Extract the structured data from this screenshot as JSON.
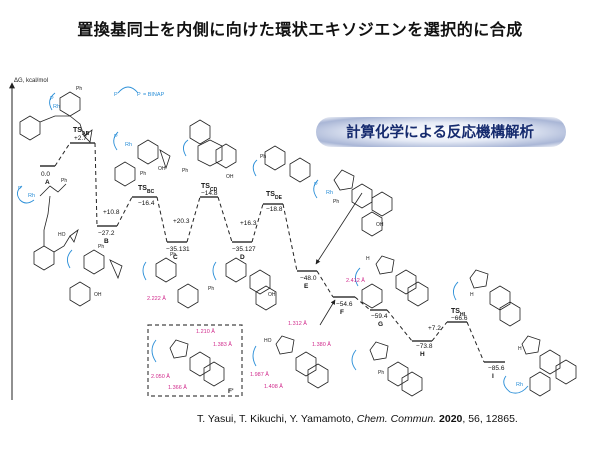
{
  "title": "置換基同士を内側に向けた環状エキソジエンを選択的に合成",
  "badge": "計算化学による反応機構解析",
  "axis_label": "ΔG, kcal/mol",
  "legend": "= BINAP",
  "legend_p": "P",
  "citation": {
    "authors": "T. Yasui, T. Kikuchi, Y. Yamamoto, ",
    "journal": "Chem. Commun.",
    "year": "2020",
    "rest": ",  56, 12865."
  },
  "levels": [
    {
      "id": "A",
      "value": "0.0",
      "label": "A"
    },
    {
      "id": "TSAB",
      "value": "+2.7",
      "label": "TS",
      "sub": "AB"
    },
    {
      "id": "B",
      "value": "−27.2",
      "label": "B"
    },
    {
      "id": "TSBC",
      "value": "−16.4",
      "label": "TS",
      "sub": "BC"
    },
    {
      "id": "C",
      "value": "−35.131",
      "label": "C"
    },
    {
      "id": "TSCD",
      "value": "−14.8",
      "label": "TS",
      "sub": "CD"
    },
    {
      "id": "D",
      "value": "−35.127",
      "label": "D"
    },
    {
      "id": "TSDE",
      "value": "−18.8",
      "label": "TS",
      "sub": "DE"
    },
    {
      "id": "E",
      "value": "−48.0",
      "label": "E"
    },
    {
      "id": "F",
      "value": "−54.6",
      "label": "F"
    },
    {
      "id": "G",
      "value": "−59.4",
      "label": "G"
    },
    {
      "id": "H",
      "value": "−73.8",
      "label": "H"
    },
    {
      "id": "TSHI",
      "value": "−66.6",
      "label": "TS",
      "sub": "HI"
    },
    {
      "id": "I",
      "value": "−85.6",
      "label": "I"
    }
  ],
  "deltas": [
    "+10.8",
    "+20.3",
    "+16.3",
    "+7.2"
  ],
  "bond_lengths": {
    "F": [
      "1.210 Å",
      "1.383 Å",
      "2.050 Å",
      "1.366 Å"
    ],
    "TSFG": [
      "1.312 Å",
      "1.380 Å",
      "1.987 Å",
      "1.408 Å"
    ],
    "C": "2.222 Å",
    "G": "2.412 Å"
  },
  "small_labels": {
    "fprime": "F'",
    "oh": "OH",
    "ph": "Ph",
    "ho": "HO",
    "o": "O",
    "rh": "Rh",
    "h": "H",
    "p": "P"
  },
  "colors": {
    "accent_blue": "#2b8fd8",
    "magenta": "#d12a8c",
    "badge_text": "#152a6e"
  }
}
